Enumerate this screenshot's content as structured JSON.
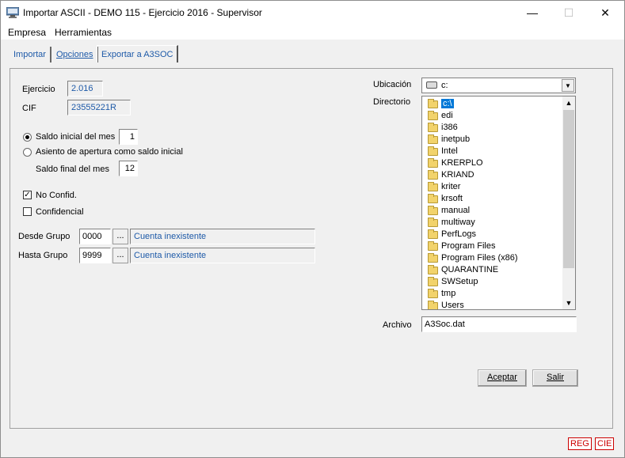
{
  "window": {
    "title": "Importar ASCII - DEMO 115 - Ejercicio 2016 - Supervisor",
    "minimize": "—",
    "maximize": "☐",
    "close": "✕"
  },
  "menu": [
    "Empresa",
    "Herramientas"
  ],
  "tabs": [
    {
      "label": "Importar",
      "active": false
    },
    {
      "label": "Opciones",
      "active": false
    },
    {
      "label": "Exportar a A3SOC",
      "active": true
    }
  ],
  "form": {
    "ejercicio_label": "Ejercicio",
    "ejercicio_value": "2.016",
    "cif_label": "CIF",
    "cif_value": "23555221R",
    "saldo_inicial_label": "Saldo inicial del mes",
    "saldo_inicial_value": "1",
    "saldo_inicial_selected": true,
    "asiento_apertura_label": "Asiento de apertura como saldo inicial",
    "asiento_apertura_selected": false,
    "saldo_final_label": "Saldo final del mes",
    "saldo_final_value": "12",
    "no_confid_label": "No Confid.",
    "no_confid_checked": true,
    "confidencial_label": "Confidencial",
    "confidencial_checked": false,
    "desde_grupo_label": "Desde Grupo",
    "desde_grupo_value": "0000",
    "desde_grupo_desc": "Cuenta inexistente",
    "hasta_grupo_label": "Hasta Grupo",
    "hasta_grupo_value": "9999",
    "hasta_grupo_desc": "Cuenta inexistente",
    "ellipsis": "..."
  },
  "ubicacion": {
    "label": "Ubicación",
    "value": "c:",
    "icon": "drive-icon"
  },
  "directorio": {
    "label": "Directorio",
    "items": [
      "c:\\",
      "edi",
      "i386",
      "inetpub",
      "Intel",
      "KRERPLO",
      "KRIAND",
      "kriter",
      "krsoft",
      "manual",
      "multiway",
      "PerfLogs",
      "Program Files",
      "Program Files (x86)",
      "QUARANTINE",
      "SWSetup",
      "tmp",
      "Users"
    ],
    "selected_index": 0
  },
  "archivo": {
    "label": "Archivo",
    "value": "A3Soc.dat"
  },
  "buttons": {
    "aceptar": "Aceptar",
    "salir": "Salir"
  },
  "status": {
    "reg": "REG",
    "cie": "CIE"
  },
  "colors": {
    "accent_text": "#1e5aa8",
    "selection": "#0078d7",
    "status_red": "#cc0000"
  }
}
